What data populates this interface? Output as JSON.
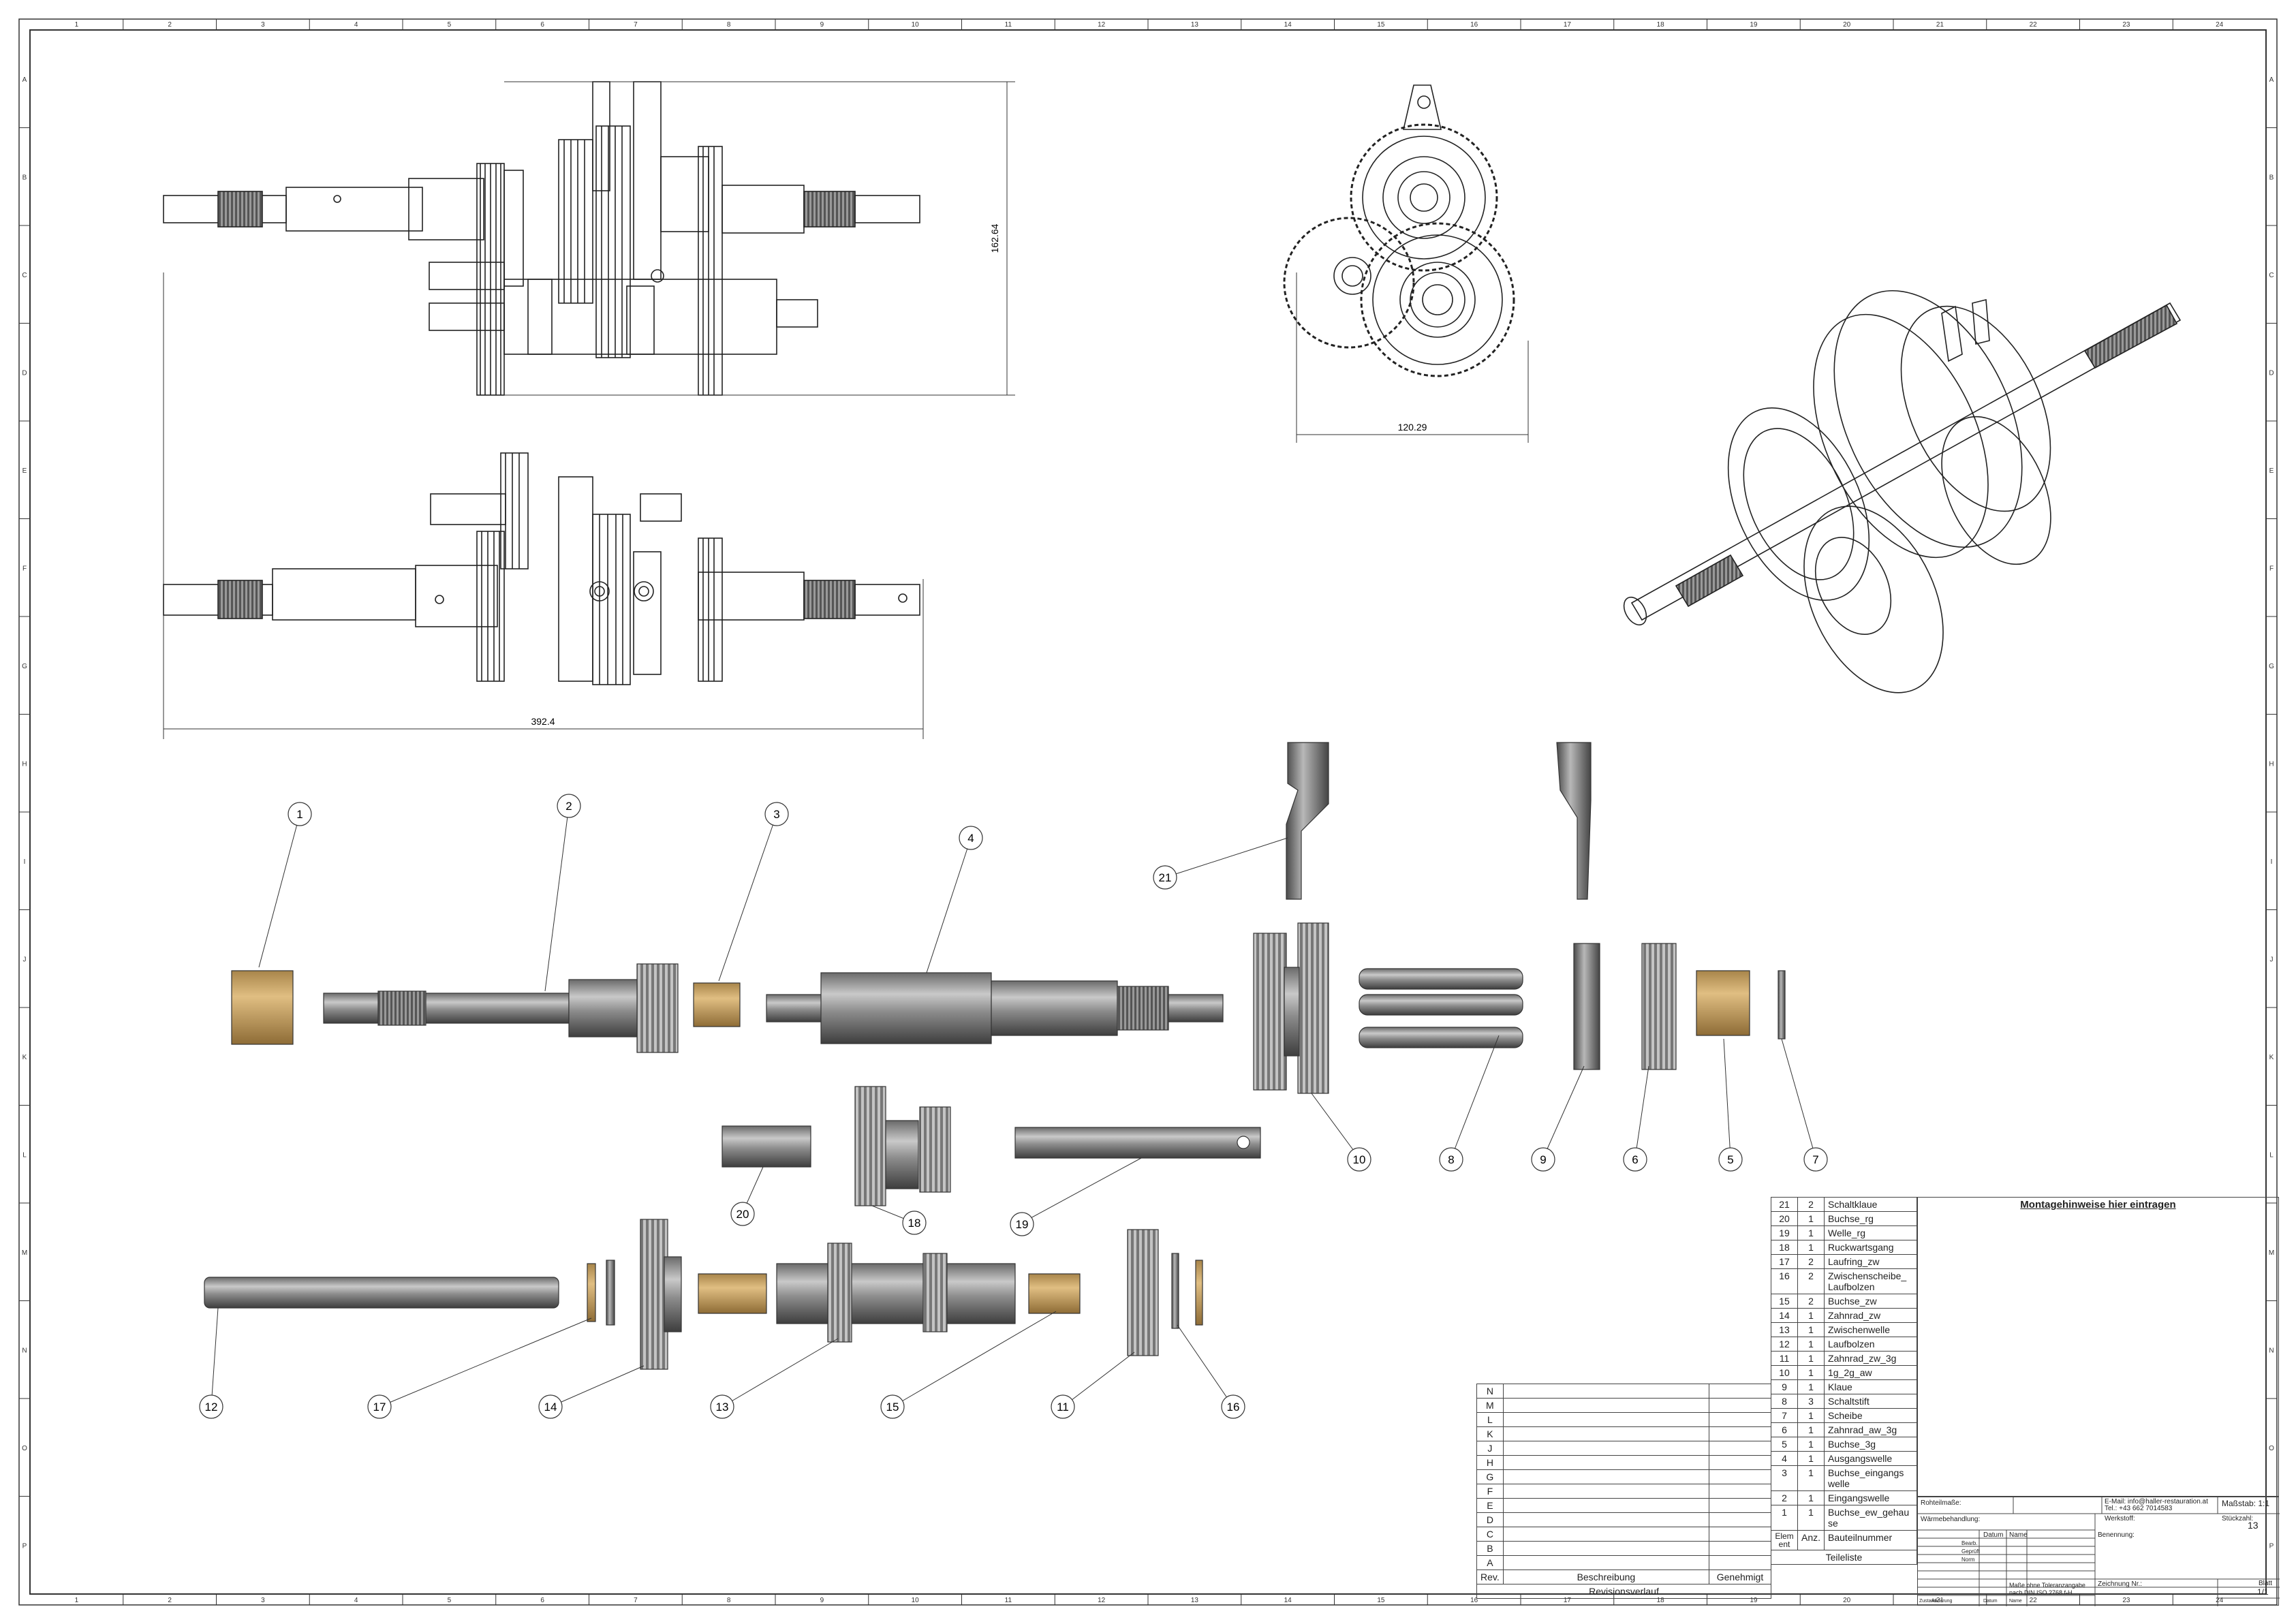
{
  "border": {
    "columns": [
      "1",
      "2",
      "3",
      "4",
      "5",
      "6",
      "7",
      "8",
      "9",
      "10",
      "11",
      "12",
      "13",
      "14",
      "15",
      "16",
      "17",
      "18",
      "19",
      "20",
      "21",
      "22",
      "23",
      "24"
    ],
    "rows": [
      "A",
      "B",
      "C",
      "D",
      "E",
      "F",
      "G",
      "H",
      "I",
      "J",
      "K",
      "L",
      "M",
      "N",
      "O",
      "P"
    ]
  },
  "dimensions": {
    "height": "162.64",
    "width_end": "120.29",
    "length": "392.4"
  },
  "balloons": [
    "1",
    "2",
    "3",
    "4",
    "5",
    "6",
    "7",
    "8",
    "9",
    "10",
    "11",
    "12",
    "13",
    "14",
    "15",
    "16",
    "17",
    "18",
    "19",
    "20",
    "21"
  ],
  "parts_list": {
    "items": [
      {
        "nr": "21",
        "qty": "2",
        "name": "Schaltklaue"
      },
      {
        "nr": "20",
        "qty": "1",
        "name": "Buchse_rg"
      },
      {
        "nr": "19",
        "qty": "1",
        "name": "Welle_rg"
      },
      {
        "nr": "18",
        "qty": "1",
        "name": "Ruckwartsgang"
      },
      {
        "nr": "17",
        "qty": "2",
        "name": "Laufring_zw"
      },
      {
        "nr": "16",
        "qty": "2",
        "name": "Zwischenscheibe_ Laufbolzen"
      },
      {
        "nr": "15",
        "qty": "2",
        "name": "Buchse_zw"
      },
      {
        "nr": "14",
        "qty": "1",
        "name": "Zahnrad_zw"
      },
      {
        "nr": "13",
        "qty": "1",
        "name": "Zwischenwelle"
      },
      {
        "nr": "12",
        "qty": "1",
        "name": "Laufbolzen"
      },
      {
        "nr": "11",
        "qty": "1",
        "name": "Zahnrad_zw_3g"
      },
      {
        "nr": "10",
        "qty": "1",
        "name": "1g_2g_aw"
      },
      {
        "nr": "9",
        "qty": "1",
        "name": "Klaue"
      },
      {
        "nr": "8",
        "qty": "3",
        "name": "Schaltstift"
      },
      {
        "nr": "7",
        "qty": "1",
        "name": "Scheibe"
      },
      {
        "nr": "6",
        "qty": "1",
        "name": "Zahnrad_aw_3g"
      },
      {
        "nr": "5",
        "qty": "1",
        "name": "Buchse_3g"
      },
      {
        "nr": "4",
        "qty": "1",
        "name": "Ausgangswelle"
      },
      {
        "nr": "3",
        "qty": "1",
        "name": "Buchse_eingangs welle"
      },
      {
        "nr": "2",
        "qty": "1",
        "name": "Eingangswelle"
      },
      {
        "nr": "1",
        "qty": "1",
        "name": "Buchse_ew_gehau se"
      }
    ],
    "header_elem": "Elem ent",
    "header_qty": "Anz.",
    "header_part": "Bauteilnummer",
    "caption": "Teileliste"
  },
  "revisions": {
    "letters": [
      "N",
      "M",
      "L",
      "K",
      "J",
      "H",
      "G",
      "F",
      "E",
      "D",
      "C",
      "B",
      "A"
    ],
    "header_rev": "Rev.",
    "header_desc": "Beschreibung",
    "header_approved": "Genehmigt",
    "caption": "Revisionsverlauf"
  },
  "notes": {
    "title": "Montagehinweise hier eintragen"
  },
  "titleblock": {
    "scale_label": "Maßstab: 1:1",
    "stock_label": "Stückzahl:",
    "stock_value": "13",
    "raw_label": "Rohteilmaße:",
    "email": "E-Mail: info@haller-restauration.at",
    "tel": "Tel.: +43 662 7014583",
    "material_label": "Werkstoff:",
    "treatment_label": "Wärmebehandlung:",
    "date_label": "Datum",
    "name_label": "Name",
    "designation_label": "Benennung:",
    "drawing_no_label": "Zeichnung Nr.:",
    "tolerance_note": "Maße ohne Toleranzangabe nach DIN ISO 2768 f-H",
    "sheet_label": "Blatt",
    "sheet_value": "1/1",
    "row_labels": [
      "Bearb.",
      "Geprüft",
      "Norm"
    ],
    "bottom_labels": [
      "Zustand",
      "Änderung",
      "Datum",
      "Name"
    ]
  }
}
